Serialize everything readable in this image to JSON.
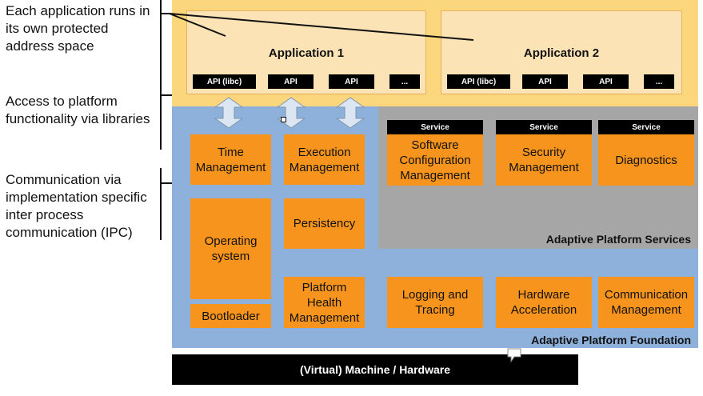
{
  "annotations": {
    "own_address_space": "Each application runs in its own protected address space",
    "libraries": "Access to platform functionality via libraries",
    "ipc": "Communication via implementation specific inter process communication (IPC)"
  },
  "applications": [
    {
      "title": "Application 1",
      "apis": [
        "API (libc)",
        "API",
        "API",
        "..."
      ]
    },
    {
      "title": "Application 2",
      "apis": [
        "API (libc)",
        "API",
        "API",
        "..."
      ]
    }
  ],
  "foundation_modules": {
    "time_management": "Time Management",
    "execution_management": "Execution Management",
    "operating_system": "Operating system",
    "persistency": "Persistency",
    "bootloader": "Bootloader",
    "platform_health_management": "Platform Health Management",
    "logging_tracing": "Logging and Tracing",
    "hardware_acceleration": "Hardware Acceleration",
    "communication_management": "Communication Management"
  },
  "services": {
    "service_label": "Service",
    "items": [
      "Software Configuration Management",
      "Security Management",
      "Diagnostics"
    ]
  },
  "layers": {
    "services": "Adaptive Platform Services",
    "foundation": "Adaptive Platform Foundation",
    "hardware": "(Virtual) Machine / Hardware"
  },
  "colors": {
    "application_layer": "#fbd67d",
    "application_box": "#fce3b5",
    "foundation": "#8eb1db",
    "services": "#a6a6a6",
    "module": "#f7941d",
    "hardware": "#000000"
  }
}
